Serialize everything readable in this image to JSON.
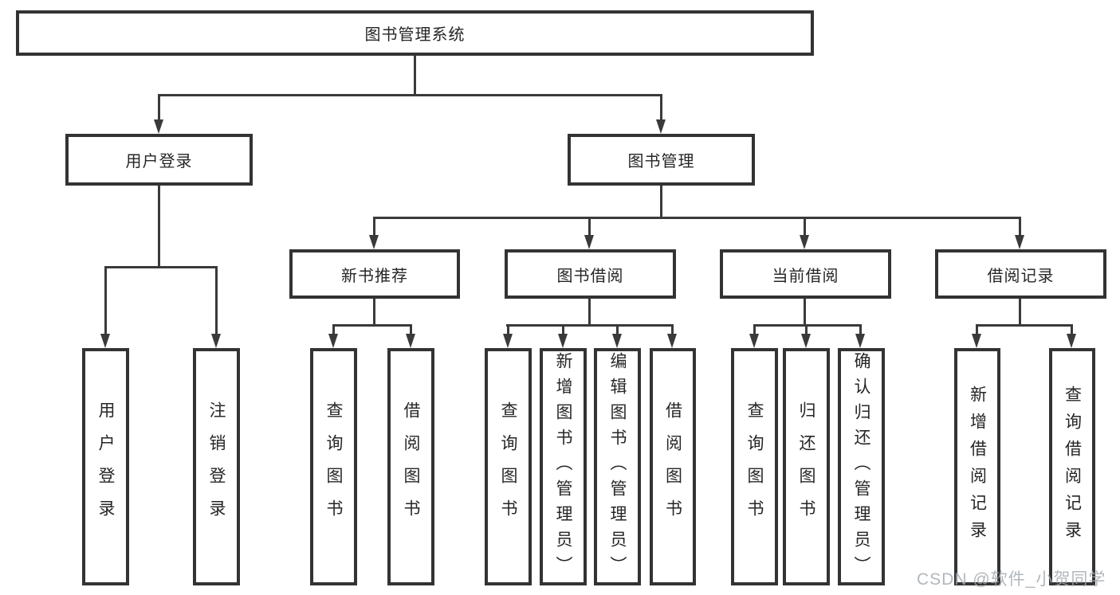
{
  "diagram": {
    "root": {
      "label": "图书管理系统"
    },
    "level2": [
      {
        "label": "用户登录"
      },
      {
        "label": "图书管理"
      }
    ],
    "level3": [
      {
        "label": "新书推荐"
      },
      {
        "label": "图书借阅"
      },
      {
        "label": "当前借阅"
      },
      {
        "label": "借阅记录"
      }
    ],
    "user_login_children": [
      {
        "label": "用户登录"
      },
      {
        "label": "注销登录"
      }
    ],
    "new_book_children": [
      {
        "label": "查询图书"
      },
      {
        "label": "借阅图书"
      }
    ],
    "book_borrow_children": [
      {
        "label": "查询图书"
      },
      {
        "label": "新增图书（管理员）"
      },
      {
        "label": "编辑图书（管理员）"
      },
      {
        "label": "借阅图书"
      }
    ],
    "current_borrow_children": [
      {
        "label": "查询图书"
      },
      {
        "label": "归还图书"
      },
      {
        "label": "确认归还（管理员）"
      }
    ],
    "record_children": [
      {
        "label": "新增借阅记录"
      },
      {
        "label": "查询借阅记录"
      }
    ]
  },
  "watermark": {
    "text": "CSDN @软件_小贺同学"
  },
  "colors": {
    "line": "#3a3a3a",
    "box_border": "#333333",
    "text": "#262626",
    "background": "#ffffff",
    "watermark": "#a4aab0"
  }
}
